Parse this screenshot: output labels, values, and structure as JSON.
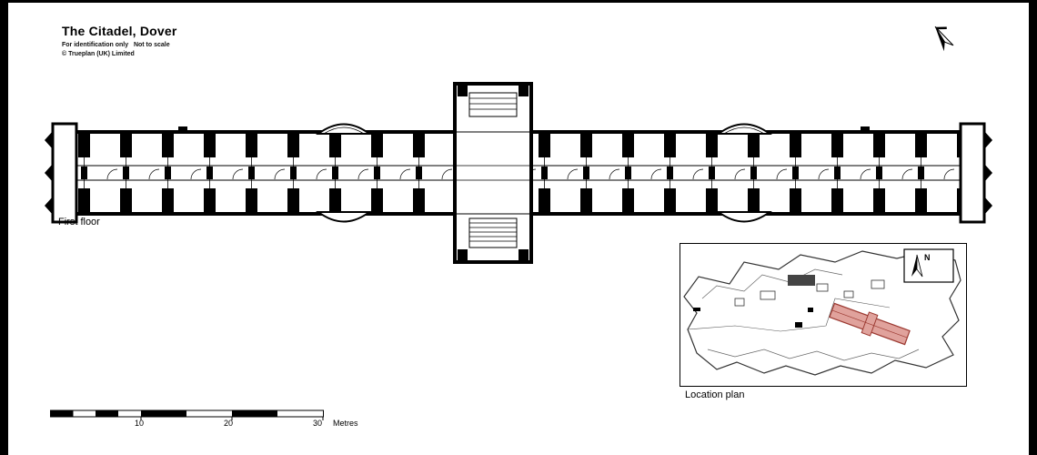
{
  "document": {
    "title": "The Citadel, Dover",
    "note_line1": "For identification only   Not to scale",
    "note_line2": "© Trueplan (UK) Limited",
    "floor_label": "First floor",
    "inset_label": "Location plan",
    "north_label": "N"
  },
  "scale_bar": {
    "tick_10": "10",
    "tick_20": "20",
    "tick_30": "30",
    "unit": "Metres"
  },
  "colors": {
    "ink": "#000000",
    "paper": "#ffffff",
    "highlight_fill": "#e0a29c",
    "highlight_stroke": "#9c3a32",
    "map_line": "#3a3a3a"
  }
}
